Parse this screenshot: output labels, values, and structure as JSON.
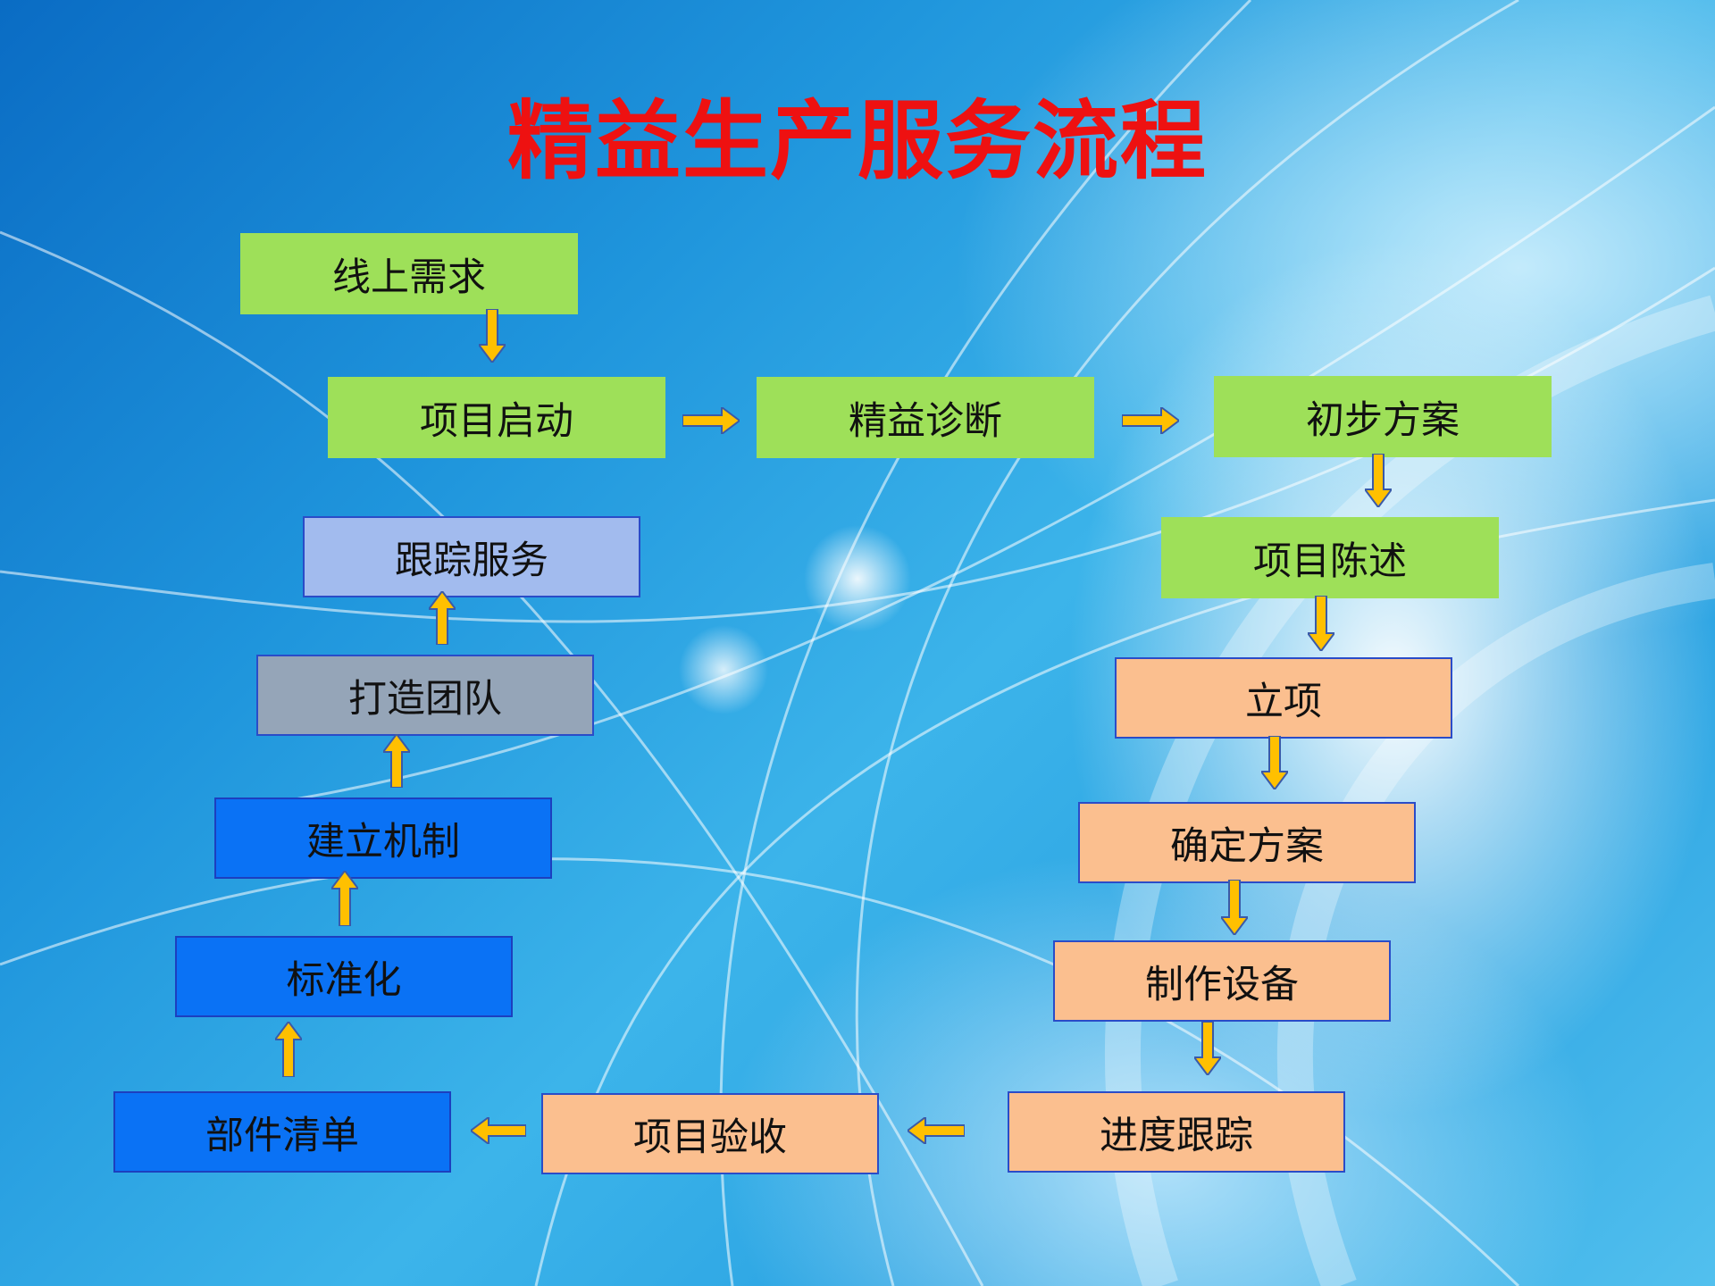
{
  "title": "精益生产服务流程",
  "steps": {
    "s1": "线上需求",
    "s2": "项目启动",
    "s3": "精益诊断",
    "s4": "初步方案",
    "s5": "项目陈述",
    "s6": "立项",
    "s7": "确定方案",
    "s8": "制作设备",
    "s9": "进度跟踪",
    "s10": "项目验收",
    "s11": "部件清单",
    "s12": "标准化",
    "s13": "建立机制",
    "s14": "打造团队",
    "s15": "跟踪服务"
  },
  "colors": {
    "title": "#ee1111",
    "green": "#9ee059",
    "peach": "#fbbf8f",
    "blue": "#0a72f5",
    "gray": "#95a5b8",
    "lavender": "#a2bbee",
    "arrow": "#ffc000"
  }
}
